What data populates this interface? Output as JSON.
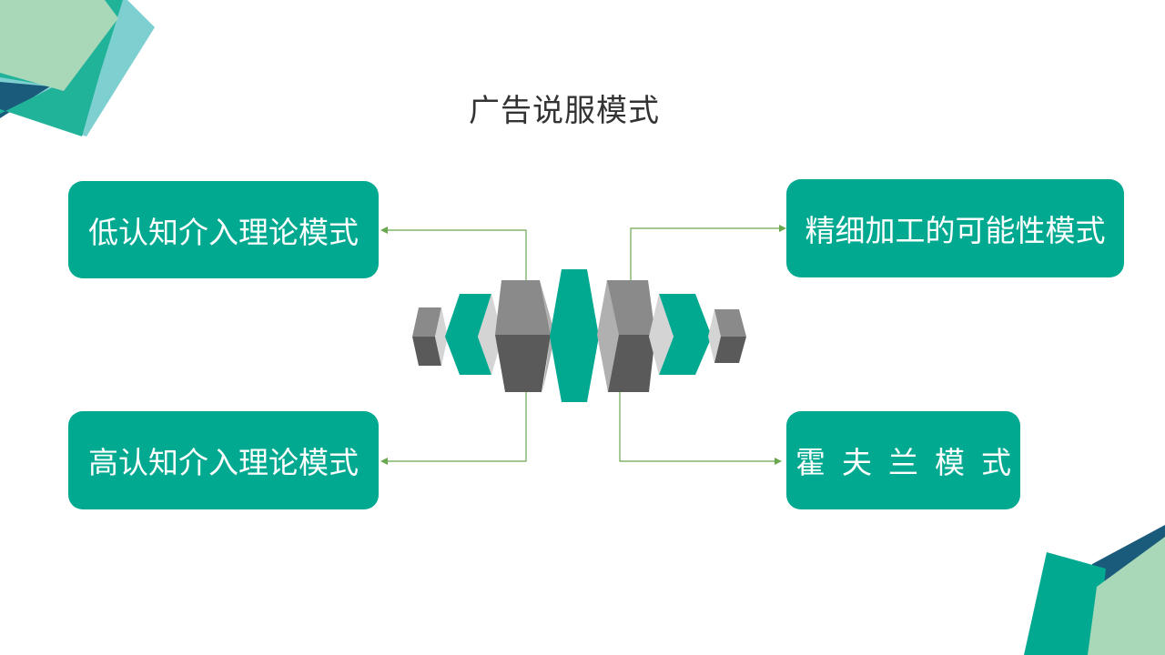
{
  "slide": {
    "title": "广告说服模式",
    "boxes": {
      "top_left": "低认知介入理论模式",
      "bottom_left": "高认知介入理论模式",
      "top_right": "精细加工的可能性模式",
      "bottom_right": "霍夫兰模式"
    }
  },
  "colors": {
    "accent_teal": "#00a990",
    "connector_green": "#6aa84f",
    "dark_blue": "#1a5a7a",
    "light_green": "#a8d8b8",
    "cyan": "#7ecfcf",
    "gray_dark": "#5a5a5a",
    "gray_mid": "#8a8a8a",
    "gray_light": "#d4d4d4"
  }
}
